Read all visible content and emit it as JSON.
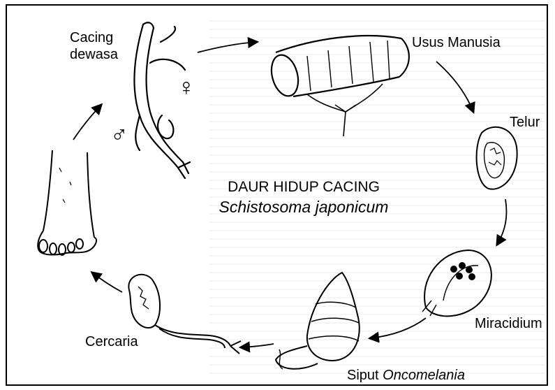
{
  "labels": {
    "adult_worm": "Cacing\ndewasa",
    "human_intestine": "Usus Manusia",
    "egg": "Telur",
    "miracidium": "Miracidium",
    "snail_prefix": "Siput",
    "snail_genus": "Oncomelania",
    "cercaria": "Cercaria"
  },
  "title": {
    "line1": "DAUR HIDUP CACING",
    "line2": "Schistosoma japonicum"
  },
  "symbols": {
    "female": "♀",
    "male": "♂"
  }
}
